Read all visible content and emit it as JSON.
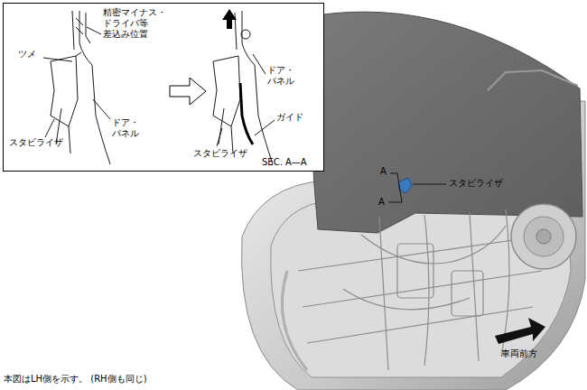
{
  "diagram": {
    "labels": [
      "精密マイナス・ ドライバ等 差込み位置",
      "ツメ",
      "ドア・ パネル",
      "スタビライザ",
      "ドア・ パネル",
      "ガイド",
      "スタビライザ",
      "SEC. A—A",
      "A",
      "A",
      "スタビライザ",
      "車両前方",
      "本図はLH側を示す。 (RH側も同じ)"
    ]
  }
}
